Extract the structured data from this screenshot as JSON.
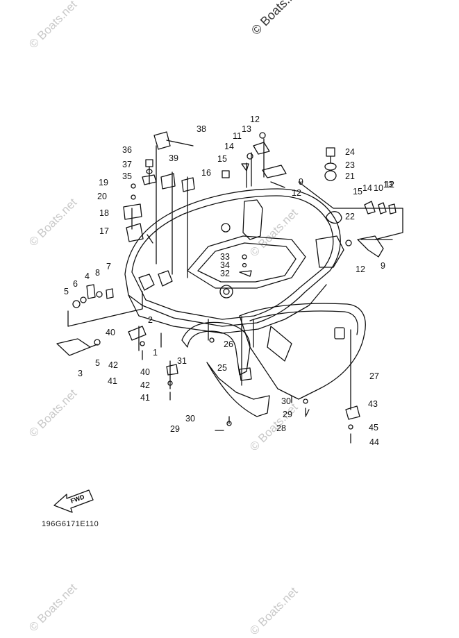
{
  "watermark_text": "© Boats.net",
  "drawing_code": "196G6171E110",
  "fwd_arrow_label": "FWD",
  "part_labels": [
    "1",
    "2",
    "3",
    "4",
    "5",
    "5",
    "6",
    "7",
    "8",
    "9",
    "9",
    "10",
    "11",
    "12",
    "12",
    "12",
    "12",
    "13",
    "13",
    "14",
    "14",
    "15",
    "15",
    "16",
    "17",
    "18",
    "19",
    "20",
    "21",
    "22",
    "23",
    "24",
    "25",
    "26",
    "27",
    "28",
    "29",
    "29",
    "30",
    "30",
    "31",
    "32",
    "33",
    "34",
    "35",
    "36",
    "37",
    "38",
    "39",
    "40",
    "40",
    "41",
    "41",
    "42",
    "42",
    "43",
    "44",
    "45"
  ]
}
